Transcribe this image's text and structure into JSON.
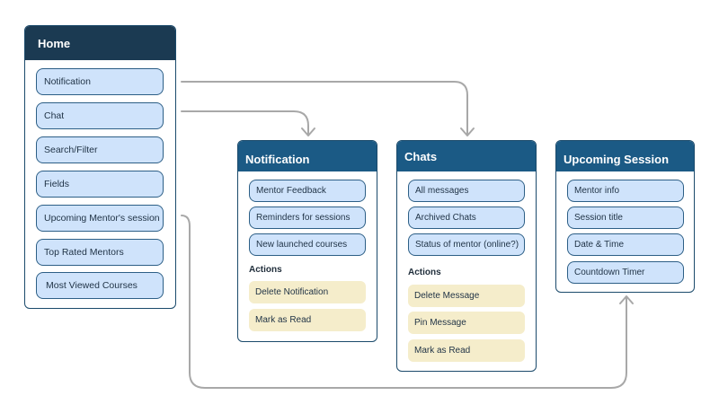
{
  "home": {
    "title": "Home",
    "items": [
      "Notification",
      "Chat",
      "Search/Filter",
      "Fields",
      "Upcoming Mentor's session",
      "Top Rated Mentors",
      "Most Viewed Courses"
    ]
  },
  "notification": {
    "title": "Notification",
    "items": [
      "Mentor Feedback",
      "Reminders for sessions",
      "New launched courses"
    ],
    "actions_label": "Actions",
    "actions": [
      "Delete Notification",
      "Mark as Read"
    ]
  },
  "chats": {
    "title": "Chats",
    "items": [
      "All messages",
      "Archived Chats",
      "Status of mentor (online?)"
    ],
    "actions_label": "Actions",
    "actions": [
      "Delete Message",
      "Pin Message",
      "Mark as Read"
    ]
  },
  "upcoming": {
    "title": "Upcoming Session",
    "items": [
      "Mentor info",
      "Session title",
      "Date & Time",
      "Countdown Timer"
    ]
  },
  "colors": {
    "header_dark": "#1b3a52",
    "header_blue": "#1b5a85",
    "item_fill": "#cfe3fb",
    "item_border": "#2d5f86",
    "action_fill": "#f5edcb",
    "connector": "#a8a8a8"
  }
}
